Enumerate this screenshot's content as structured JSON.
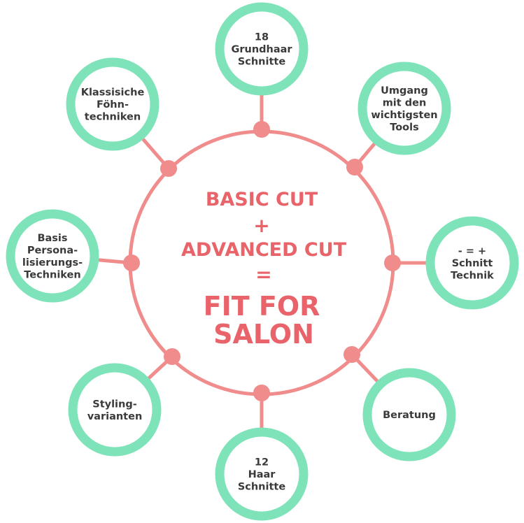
{
  "colors": {
    "ring": "#f08c8c",
    "node_border": "#7ee3b8",
    "center_text": "#e8646a",
    "node_text": "#3a3a3a"
  },
  "center": {
    "line1": "BASIC CUT",
    "line2": "+",
    "line3": "ADVANCED CUT",
    "line4": "=",
    "line5": "FIT FOR",
    "line6": "SALON"
  },
  "nodes": [
    {
      "id": "top",
      "lines": [
        "18",
        "Grundhaar",
        "Schnitte"
      ]
    },
    {
      "id": "top-right",
      "lines": [
        "Umgang",
        "mit den",
        "wichtigsten",
        "Tools"
      ]
    },
    {
      "id": "right",
      "lines": [
        "- = +",
        "Schnitt",
        "Technik"
      ]
    },
    {
      "id": "bottom-right",
      "lines": [
        "Beratung"
      ]
    },
    {
      "id": "bottom",
      "lines": [
        "12",
        "Haar",
        "Schnitte"
      ]
    },
    {
      "id": "bottom-left",
      "lines": [
        "Styling-",
        "varianten"
      ]
    },
    {
      "id": "left",
      "lines": [
        "Basis",
        "Persona-",
        "lisierungs-",
        "Techniken"
      ]
    },
    {
      "id": "top-left",
      "lines": [
        "Klassisiche",
        "Föhn-",
        "techniken"
      ]
    }
  ]
}
